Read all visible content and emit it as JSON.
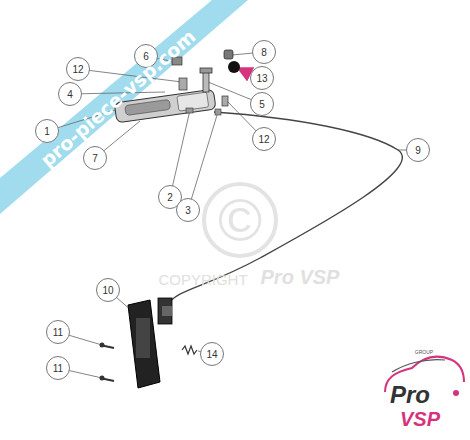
{
  "diagram": {
    "nodes": [
      {
        "text": [
          "8"
        ]
      },
      {
        "text": [
          "6"
        ]
      },
      {
        "text": [
          "12"
        ]
      },
      {
        "text": [
          "13"
        ]
      },
      {
        "text": [
          "4"
        ]
      },
      {
        "text": [
          "5"
        ]
      },
      {
        "text": [
          "1"
        ]
      },
      {
        "text": [
          "12"
        ]
      },
      {
        "text": [
          "9"
        ]
      },
      {
        "text": [
          "7"
        ]
      },
      {
        "text": [
          "2"
        ]
      },
      {
        "text": [
          "3"
        ]
      },
      {
        "text": [
          "10"
        ]
      },
      {
        "text": [
          "11"
        ]
      },
      {
        "text": [
          "14"
        ]
      },
      {
        "text": [
          "11"
        ]
      }
    ],
    "labels": [
      "pro-piece-vsp.com",
      "©",
      "COPYRIGHT",
      "Pro VSP",
      "GROUP",
      "Pro",
      "VSP"
    ]
  }
}
